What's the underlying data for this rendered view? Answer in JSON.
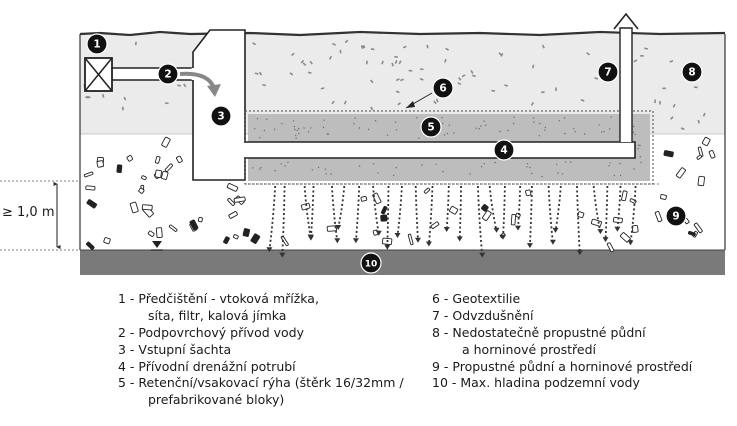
{
  "dimension_label": "≥ 1,0 m",
  "markers": [
    "1",
    "2",
    "3",
    "4",
    "5",
    "6",
    "7",
    "8",
    "9",
    "10"
  ],
  "legend": [
    {
      "lines": [
        "1 - Předčištění - vtoková mřížka,",
        "síta, filtr, kalová jímka"
      ]
    },
    {
      "lines": [
        "2 - Podpovrchový přívod vody"
      ]
    },
    {
      "lines": [
        "3 - Vstupní šachta"
      ]
    },
    {
      "lines": [
        "4 - Přívodní drenážní potrubí"
      ]
    },
    {
      "lines": [
        "5 - Retenční/vsakovací rýha (štěrk 16/32mm /",
        "prefabrikované bloky)"
      ]
    },
    {
      "lines": [
        "6 - Geotextilie"
      ]
    },
    {
      "lines": [
        "7 - Odvzdušnění"
      ]
    },
    {
      "lines": [
        "8 - Nedostatečně propustné půdní",
        "a horninové prostředí"
      ]
    },
    {
      "lines": [
        "9 - Propustné půdní a horninové prostředí"
      ]
    },
    {
      "lines": [
        "10 - Max. hladina podzemní vody"
      ]
    }
  ],
  "colors": {
    "upper_soil": "#ebebeb",
    "lower_soil": "#ffffff",
    "groundwater": "#7a7a7a",
    "trench_fill": "#bdbdbd",
    "marker": "#111111",
    "outline": "#222222"
  },
  "icons": [
    "grate-icon",
    "flow-arrow-icon",
    "vent-arrow-icon",
    "water-level-icon"
  ]
}
